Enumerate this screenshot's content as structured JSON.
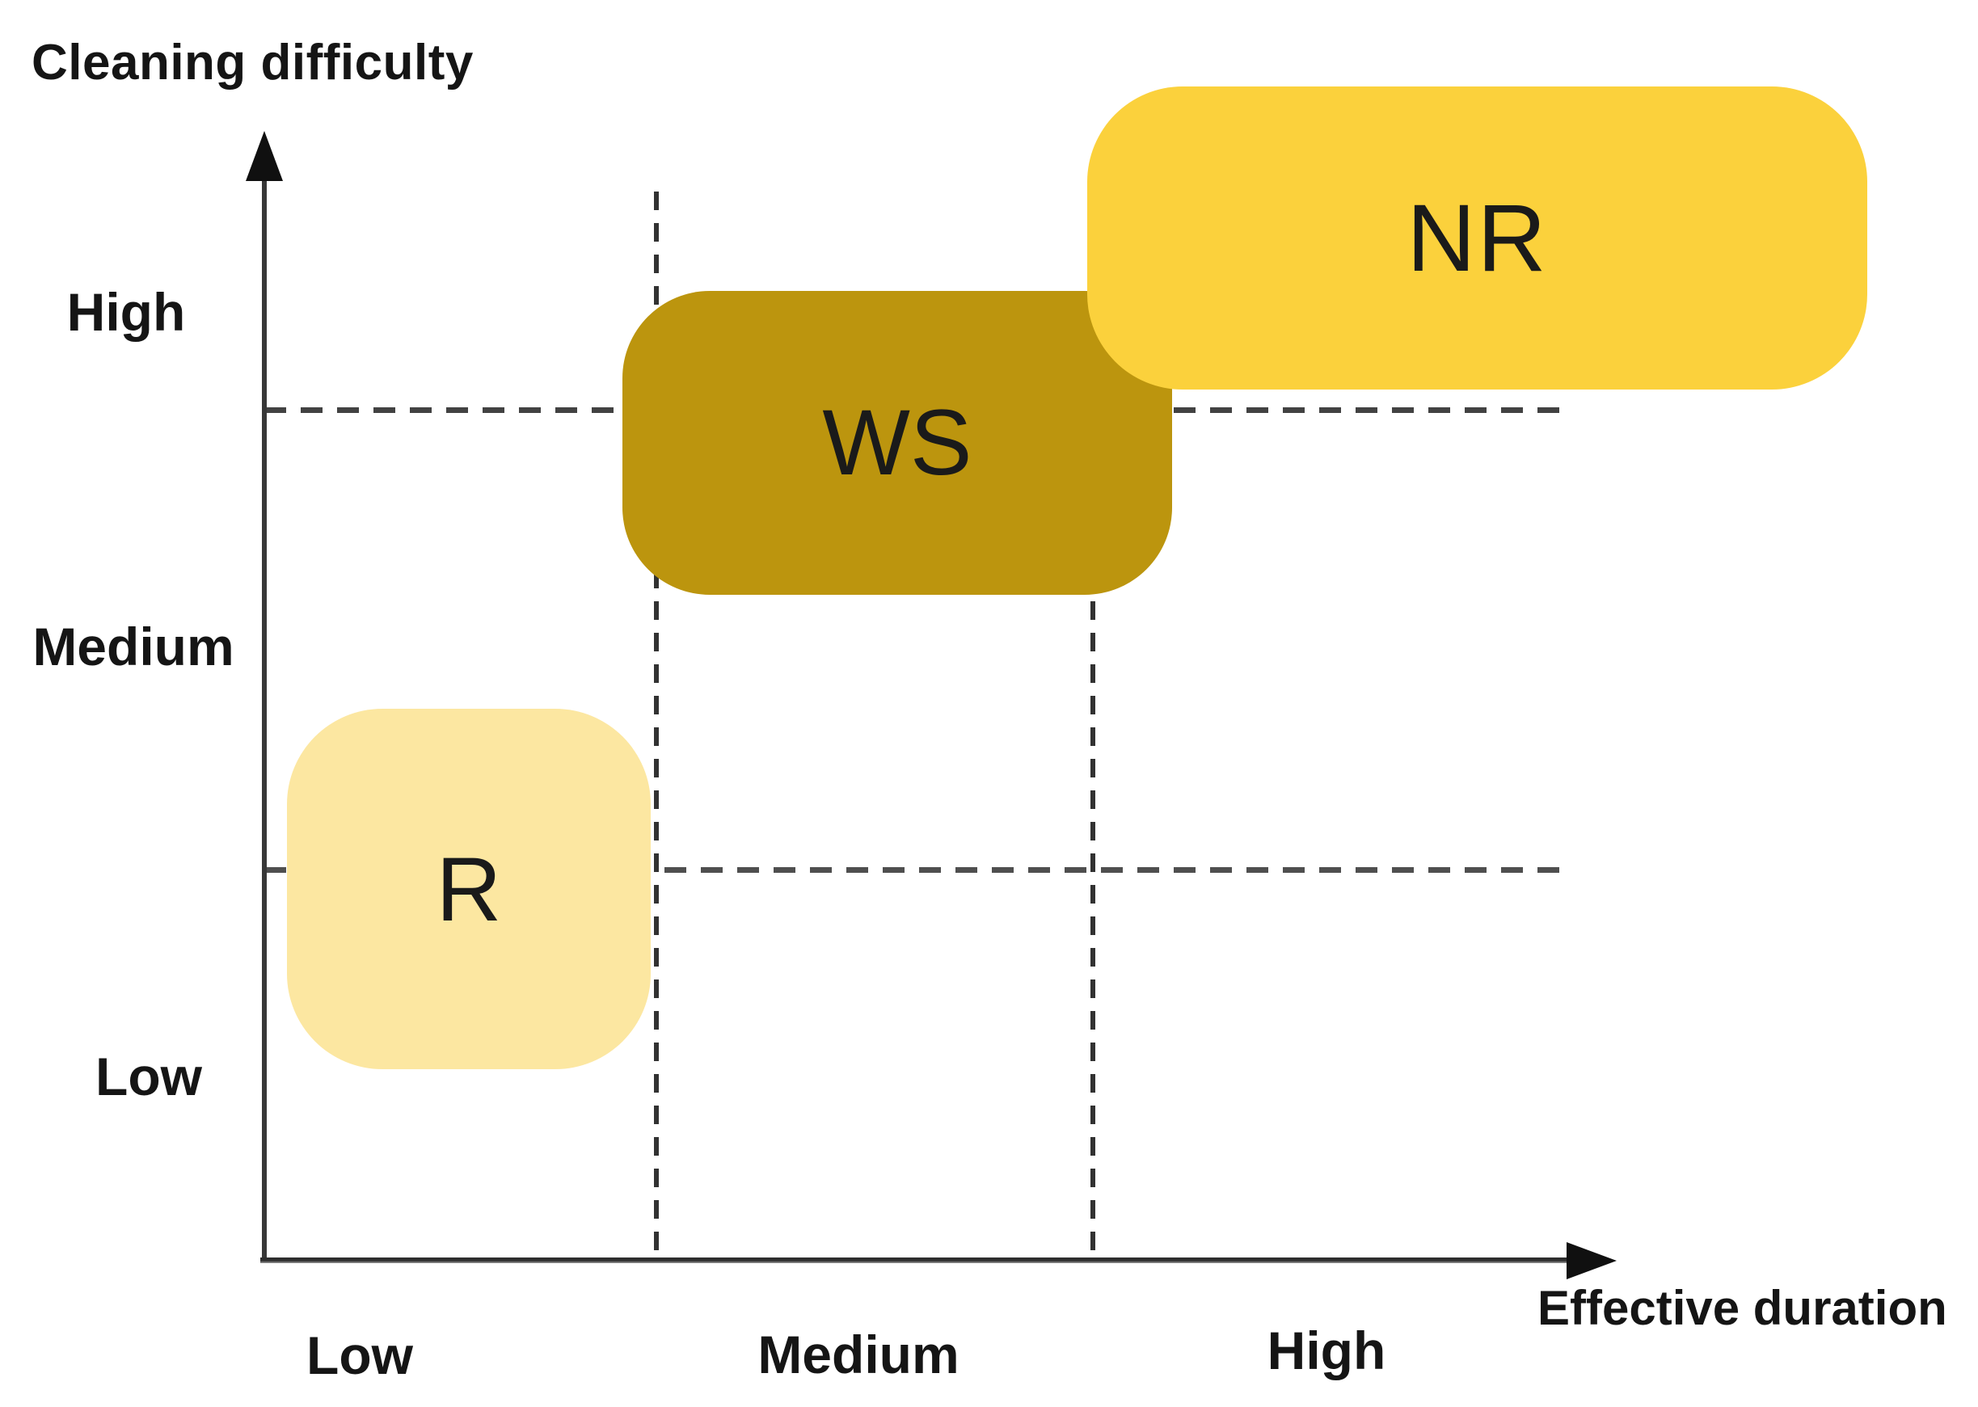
{
  "chart_data": {
    "type": "scatter",
    "title": "",
    "xlabel": "Effective duration",
    "ylabel": "Cleaning difficulty",
    "x_ticks": [
      "Low",
      "Medium",
      "High"
    ],
    "y_ticks": [
      "Low",
      "Medium",
      "High"
    ],
    "grid": "dashed reference lines (2 vertical at the Low/Medium and Medium/High x-boundaries, 2 horizontal at the Medium/High and Low/Medium y-boundaries)",
    "legend_position": "none",
    "points": [
      {
        "label": "R",
        "x_band": "Low",
        "y_band": "Low to Medium",
        "x_center": 0.75,
        "y_center": 1.1,
        "color": "#FCE7A1"
      },
      {
        "label": "WS",
        "x_band": "Medium",
        "y_band": "Medium to High",
        "x_center": 1.55,
        "y_center": 2.1,
        "color": "#BC950E"
      },
      {
        "label": "NR",
        "x_band": "High",
        "y_band": "High (top)",
        "x_center": 2.6,
        "y_center": 2.75,
        "color": "#FBD13C"
      }
    ],
    "axis_note": "qualitative 3x3 positioning chart; bands Low=0-1, Medium=1-2, High=2-3"
  },
  "y_axis": {
    "title": "Cleaning difficulty",
    "ticks": [
      "High",
      "Medium",
      "Low"
    ]
  },
  "x_axis": {
    "title": "Effective duration",
    "ticks": [
      "Low",
      "Medium",
      "High"
    ]
  },
  "blobs": {
    "r": {
      "label": "R",
      "color": "#FCE7A1"
    },
    "ws": {
      "label": "WS",
      "color": "#BC950E"
    },
    "nr": {
      "label": "NR",
      "color": "#FBD13C"
    }
  },
  "colors": {
    "background": "#FFFFFF",
    "axis": "#373737",
    "arrowhead": "#101010",
    "dashed_line": "#424242",
    "text": "#151515",
    "blob_label_text": "#1A1A1A"
  }
}
